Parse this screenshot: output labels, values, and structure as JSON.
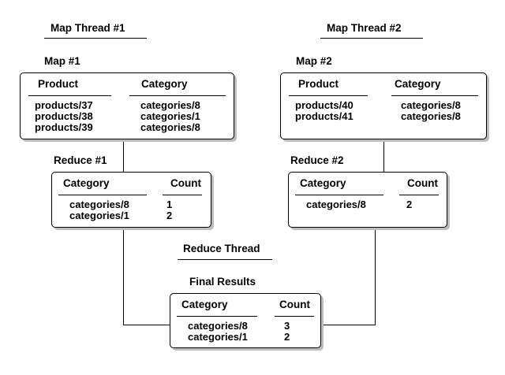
{
  "thread1_title": "Map Thread #1",
  "thread2_title": "Map Thread #2",
  "reduce_thread_title": "Reduce Thread",
  "map1": {
    "title": "Map #1",
    "col1_header": "Product",
    "col2_header": "Category",
    "col1_values": [
      "products/37",
      "products/38",
      "products/39"
    ],
    "col2_values": [
      "categories/8",
      "categories/1",
      "categories/8"
    ]
  },
  "map2": {
    "title": "Map #2",
    "col1_header": "Product",
    "col2_header": "Category",
    "col1_values": [
      "products/40",
      "products/41"
    ],
    "col2_values": [
      "categories/8",
      "categories/8"
    ]
  },
  "reduce1": {
    "title": "Reduce #1",
    "col1_header": "Category",
    "col2_header": "Count",
    "col1_values": [
      "categories/8",
      "categories/1"
    ],
    "col2_values": [
      "1",
      "2"
    ]
  },
  "reduce2": {
    "title": "Reduce #2",
    "col1_header": "Category",
    "col2_header": "Count",
    "col1_values": [
      "categories/8"
    ],
    "col2_values": [
      "2"
    ]
  },
  "final": {
    "title": "Final Results",
    "col1_header": "Category",
    "col2_header": "Count",
    "col1_values": [
      "categories/8",
      "categories/1"
    ],
    "col2_values": [
      "3",
      "2"
    ]
  }
}
